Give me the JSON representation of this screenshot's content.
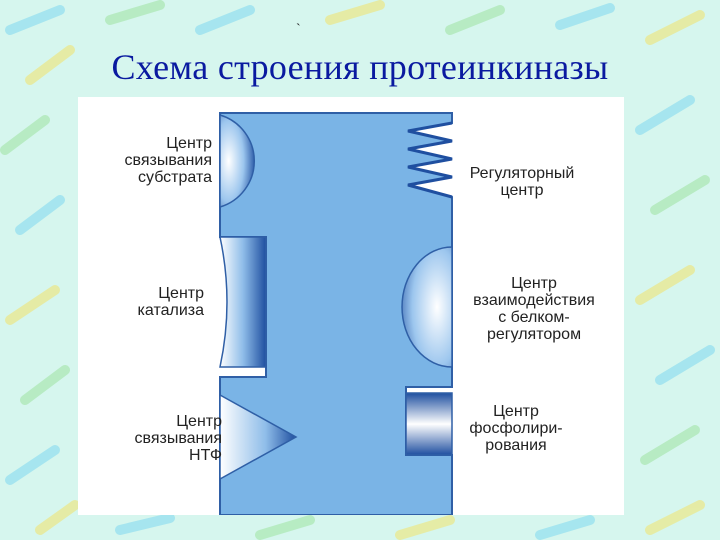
{
  "slide": {
    "mark": "`",
    "title": "Схема строения протеинкиназы"
  },
  "diagram": {
    "labels": {
      "substrate_site": "Центр\nсвязывания\nсубстрата",
      "catalysis_site": "Центр\nкатализа",
      "ntp_site": "Центр\nсвязывания\nНТФ",
      "regulatory_site": "Регуляторный\nцентр",
      "regulator_interaction_site": "Центр\nвзаимодействия\nс белком-\nрегулятором",
      "phosphorylation_site": "Центр\nфосфолири-\nрования"
    }
  },
  "colors": {
    "protein_fill": "#7ab4e6",
    "protein_stroke": "#2f5fa6",
    "site_dark": "#1f4fa0",
    "site_light": "#ffffff",
    "title_color": "#0a1aa0",
    "slide_bg": "#d6f6ee"
  }
}
